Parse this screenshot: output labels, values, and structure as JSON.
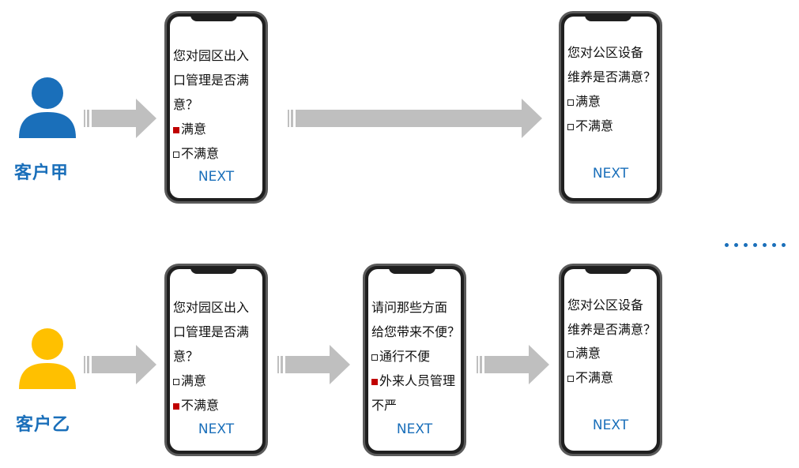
{
  "personas": [
    {
      "name": "客户甲",
      "color": "#1a6fba"
    },
    {
      "name": "客户乙",
      "color": "#ffc000"
    }
  ],
  "label_color": "#1a6fba",
  "checked_color": "#c00000",
  "arrow_color": "#bfbfbf",
  "next_label": "NEXT",
  "ellipsis": "••••••",
  "screens": {
    "a1": {
      "question": "您对园区出入\n口管理是否满\n意？",
      "opt1": "满意",
      "opt2": "不满意",
      "opt1_checked": true,
      "opt2_checked": false
    },
    "a2": {
      "question": "您对公区设备\n维养是否满意？",
      "opt1": "满意",
      "opt2": "不满意",
      "opt1_checked": false,
      "opt2_checked": false
    },
    "b1": {
      "question": "您对园区出入\n口管理是否满\n意？",
      "opt1": "满意",
      "opt2": "不满意",
      "opt1_checked": false,
      "opt2_checked": true
    },
    "b2": {
      "question": "请问那些方面\n给您带来不便？",
      "opt1": "通行不便",
      "opt2": "外来人员管理",
      "opt2_cont": "不严",
      "opt1_checked": false,
      "opt2_checked": true
    },
    "b3": {
      "question": "您对公区设备\n维养是否满意？",
      "opt1": "满意",
      "opt2": "不满意",
      "opt1_checked": false,
      "opt2_checked": false
    }
  }
}
